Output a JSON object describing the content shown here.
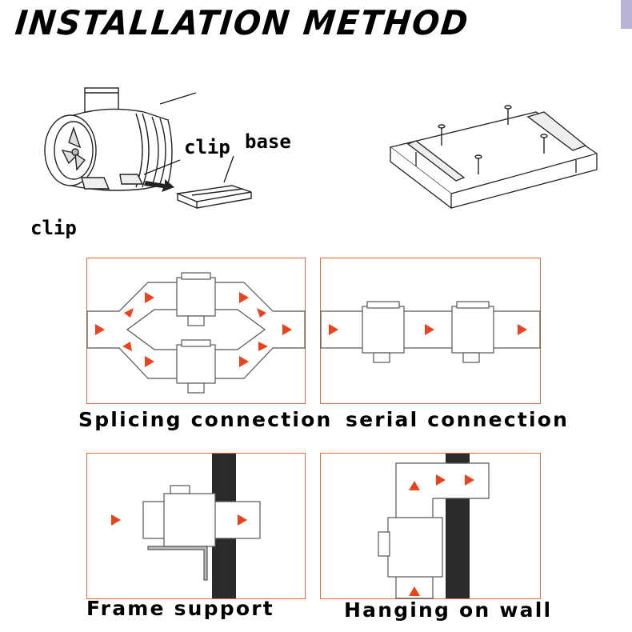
{
  "title": "INSTALLATION METHOD",
  "labels": {
    "clip_top": "clip",
    "base": "base",
    "clip_bottom": "clip"
  },
  "captions": {
    "splicing": "Splicing connection",
    "serial": "serial connection",
    "frame": "Frame support",
    "wall": "Hanging on wall"
  },
  "colors": {
    "accent": "#e8431c",
    "border": "#e86a3c"
  }
}
